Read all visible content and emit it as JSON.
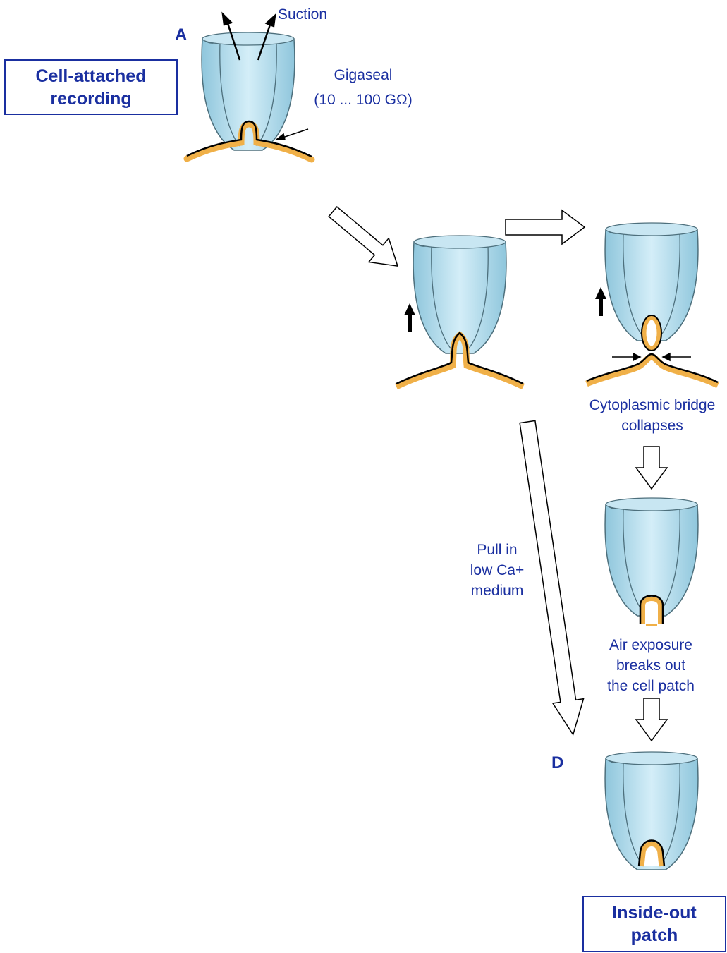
{
  "boxes": {
    "cell_attached": {
      "line1": "Cell-attached",
      "line2": "recording"
    },
    "inside_out": {
      "line1": "Inside-out",
      "line2": "patch"
    }
  },
  "letters": {
    "a": "A",
    "d": "D"
  },
  "labels": {
    "suction": "Suction",
    "gigaseal": {
      "line1": "Gigaseal",
      "line2": "(10 ... 100 GΩ)"
    },
    "bridge": {
      "line1": "Cytoplasmic bridge",
      "line2": "collapses"
    },
    "pull": {
      "line1": "Pull in",
      "line2": "low Ca+",
      "line3": "medium"
    },
    "air": {
      "line1": "Air exposure",
      "line2": "breaks out",
      "line3": "the cell patch"
    }
  },
  "colors": {
    "text": "#1a2fa0",
    "pipette": "#a9d8ea",
    "pipette_wall": "#7fb8cf",
    "membrane": "#f0b048",
    "outline": "#000000"
  }
}
